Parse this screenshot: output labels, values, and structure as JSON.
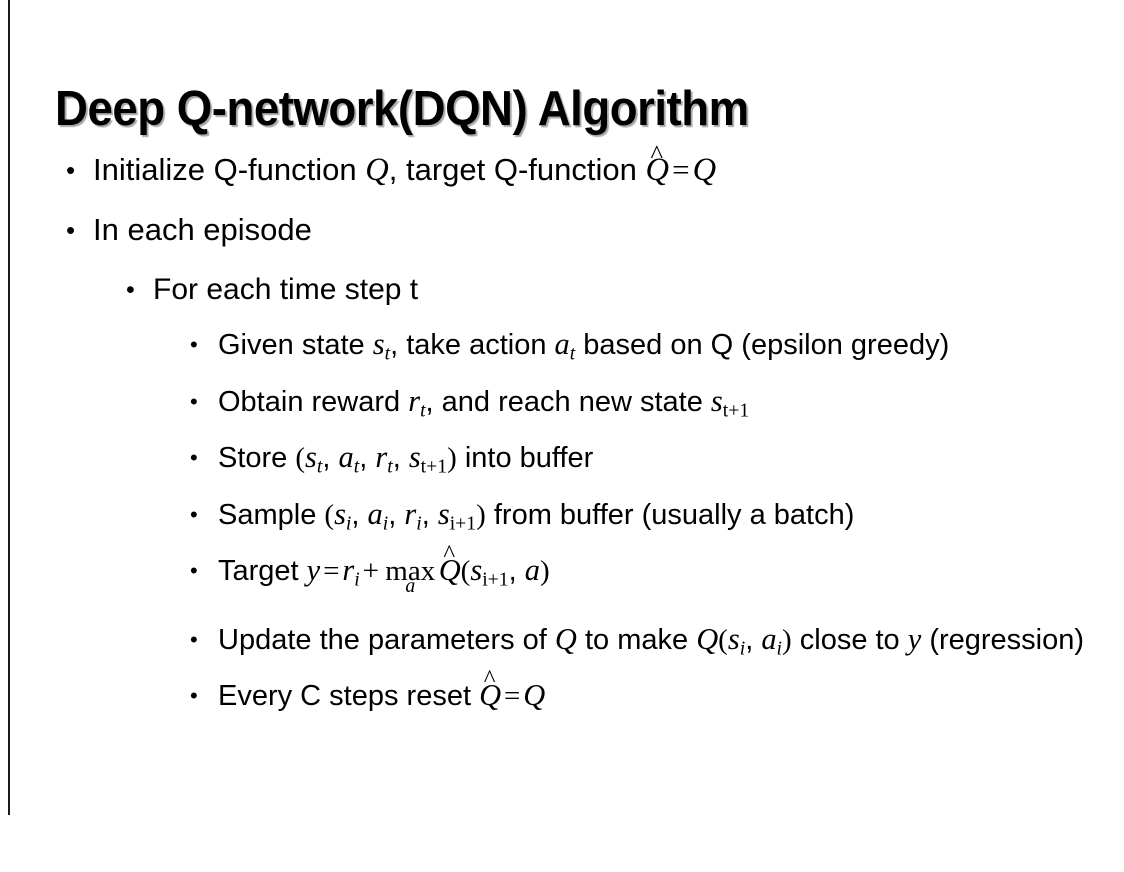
{
  "slide": {
    "title": "Deep Q-network(DQN) Algorithm",
    "background_color": "#ffffff",
    "text_color": "#000000",
    "rule_color": "#1a1a1a",
    "bullet_glyph": "•"
  },
  "content": {
    "l1_initialize": {
      "pre": "Initialize Q-function ",
      "var_q1": "Q",
      "mid": ", target Q-function ",
      "qhat_base": "Q",
      "qhat_accent": "̂",
      "equals": "=",
      "var_q2": "Q"
    },
    "l1_episode": {
      "text": "In each episode"
    },
    "l2_timestep": {
      "text": "For each time step t"
    },
    "l3_given_state": {
      "pre": "Given state ",
      "var_s": "s",
      "sub_s": "t",
      "mid": ", take action ",
      "var_a": "a",
      "sub_a": "t",
      "post": " based on Q (epsilon greedy)"
    },
    "l3_obtain_reward": {
      "pre": "Obtain reward ",
      "var_r": "r",
      "sub_r": "t",
      "mid": ", and reach new state ",
      "var_s": "s",
      "sub_s": "t+1"
    },
    "l3_store": {
      "pre": "Store ",
      "open": "(",
      "v1": "s",
      "s1": "t",
      "c1": ", ",
      "v2": "a",
      "s2": "t",
      "c2": ", ",
      "v3": "r",
      "s3": "t",
      "c3": ", ",
      "v4": "s",
      "s4": "t+1",
      "close": ")",
      "post": " into buffer"
    },
    "l3_sample": {
      "pre": "Sample ",
      "open": "(",
      "v1": "s",
      "s1": "i",
      "c1": ", ",
      "v2": "a",
      "s2": "i",
      "c2": ", ",
      "v3": "r",
      "s3": "i",
      "c3": ", ",
      "v4": "s",
      "s4": "i+1",
      "close": ")",
      "post": " from buffer (usually a batch)"
    },
    "l3_target": {
      "pre": "Target ",
      "var_y": "y",
      "equals": "=",
      "var_r": "r",
      "sub_r": "i",
      "plus": "+",
      "max_op": "max",
      "max_under": "a",
      "qhat_base": "Q",
      "qhat_accent": "̂",
      "open": "(",
      "var_s": "s",
      "sub_s": "i+1",
      "comma": ", ",
      "var_a": "a",
      "close": ")"
    },
    "l3_update": {
      "pre": "Update the parameters of ",
      "var_q1": "Q",
      "mid": " to make ",
      "var_q2": "Q",
      "open": "(",
      "var_s": "s",
      "sub_s": "i",
      "comma": ", ",
      "var_a": "a",
      "sub_a": "i",
      "close": ")",
      "post": " close to ",
      "var_y": "y",
      "tail": " (regression)"
    },
    "l3_reset": {
      "pre": "Every C steps reset ",
      "qhat_base": "Q",
      "qhat_accent": "̂",
      "equals": "=",
      "var_q": "Q"
    }
  }
}
